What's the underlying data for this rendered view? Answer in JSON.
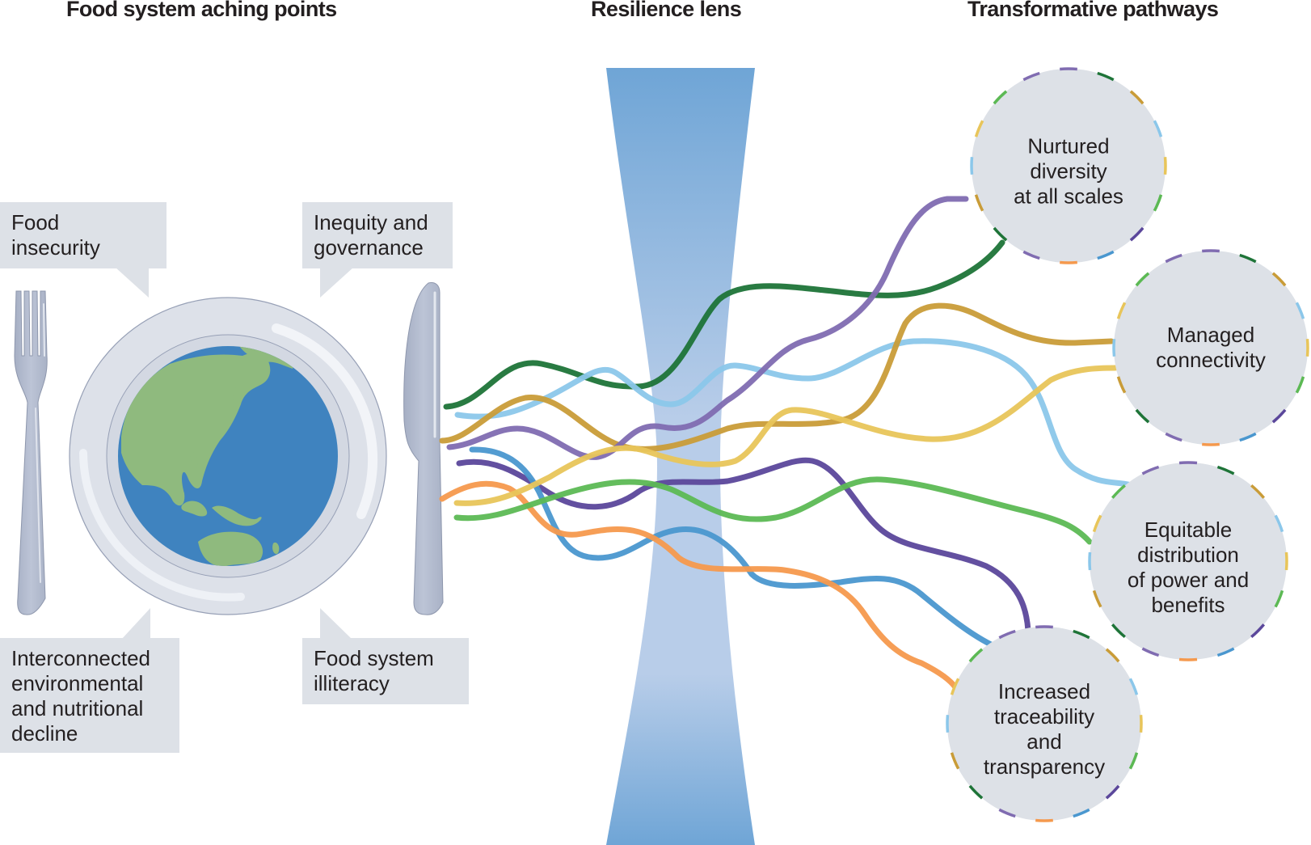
{
  "headings": {
    "left": "Food system aching points",
    "middle": "Resilience lens",
    "right": "Transformative pathways"
  },
  "aching_points": [
    {
      "id": "food-insecurity",
      "lines": [
        "Food",
        "insecurity"
      ]
    },
    {
      "id": "inequity-governance",
      "lines": [
        "Inequity and",
        "governance"
      ]
    },
    {
      "id": "env-nutritional-decline",
      "lines": [
        "Interconnected",
        "environmental",
        "and nutritional",
        "decline"
      ]
    },
    {
      "id": "food-system-illiteracy",
      "lines": [
        "Food system",
        "illiteracy"
      ]
    }
  ],
  "pathways": [
    {
      "id": "nurtured-diversity",
      "lines": [
        "Nurtured",
        "diversity",
        "at all scales"
      ]
    },
    {
      "id": "managed-connectivity",
      "lines": [
        "Managed",
        "connectivity"
      ]
    },
    {
      "id": "equitable-distribution",
      "lines": [
        "Equitable",
        "distribution",
        "of power and",
        "benefits"
      ]
    },
    {
      "id": "increased-traceability",
      "lines": [
        "Increased",
        "traceability",
        "and",
        "transparency"
      ]
    }
  ],
  "illustration": {
    "left_items": [
      "fork-icon",
      "plate-icon",
      "globe-icon",
      "knife-icon"
    ],
    "lens": "resilience-lens"
  },
  "strand_colors": {
    "dark_green": "#1e7438",
    "light_blue": "#8bc7ea",
    "ochre": "#c99c38",
    "lavender": "#806cb1",
    "dark_purple": "#5b479b",
    "blue": "#4a97cf",
    "orange": "#f5994d",
    "yellow": "#e8c55a",
    "green": "#5cb954"
  },
  "colors": {
    "callout_bg": "#dde1e7",
    "circle_bg": "#dde1e7",
    "lens_top": "#6fa5d6",
    "lens_mid": "#b8cde9",
    "ocean": "#3f83bf",
    "land": "#8fba7e"
  }
}
